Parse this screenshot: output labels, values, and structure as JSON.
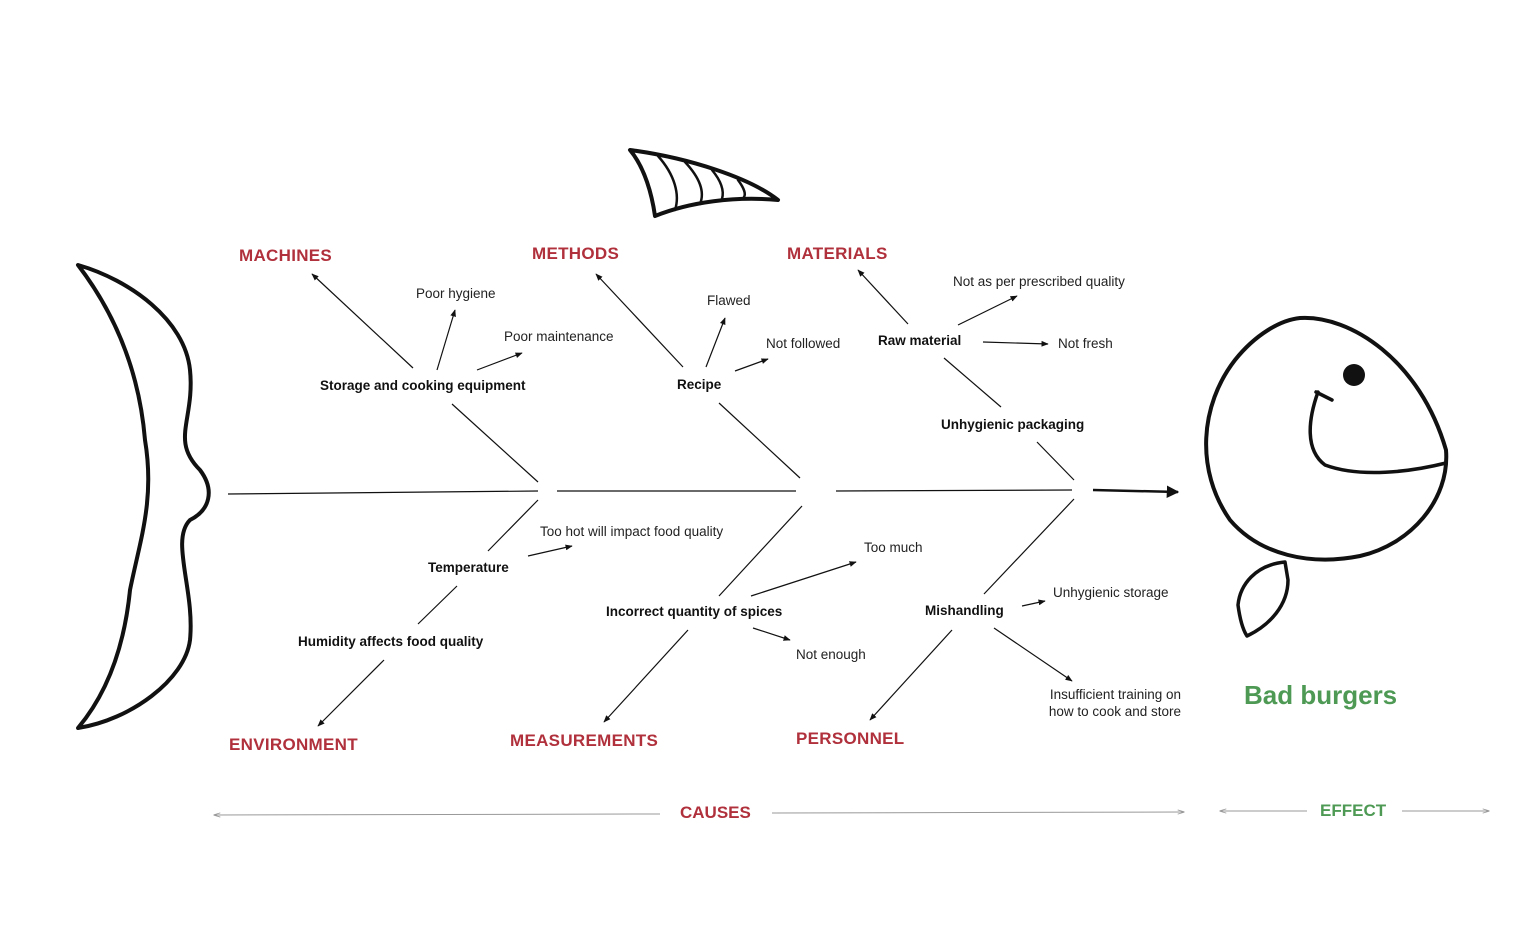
{
  "colors": {
    "category": "#b0303c",
    "effect": "#4e9a55",
    "line": "#111111",
    "axis_line": "#999999"
  },
  "categories": {
    "machines": "MACHINES",
    "methods": "METHODS",
    "materials": "MATERIALS",
    "environment": "ENVIRONMENT",
    "measurements": "MEASUREMENTS",
    "personnel": "PERSONNEL"
  },
  "causes": {
    "storage_equipment": "Storage and cooking equipment",
    "poor_hygiene": "Poor hygiene",
    "poor_maintenance": "Poor maintenance",
    "recipe": "Recipe",
    "flawed": "Flawed",
    "not_followed": "Not followed",
    "raw_material": "Raw material",
    "not_prescribed_quality": "Not as per prescribed quality",
    "not_fresh": "Not fresh",
    "unhygienic_packaging": "Unhygienic packaging",
    "temperature": "Temperature",
    "too_hot": "Too hot will impact food quality",
    "humidity": "Humidity affects food quality",
    "incorrect_spices": "Incorrect quantity of spices",
    "too_much": "Too much",
    "not_enough": "Not enough",
    "mishandling": "Mishandling",
    "unhygienic_storage": "Unhygienic storage",
    "insufficient_training_1": "Insufficient training on",
    "insufficient_training_2": "how to cook and store"
  },
  "effect": {
    "label": "Bad burgers"
  },
  "axis": {
    "causes": "CAUSES",
    "effect": "EFFECT"
  }
}
